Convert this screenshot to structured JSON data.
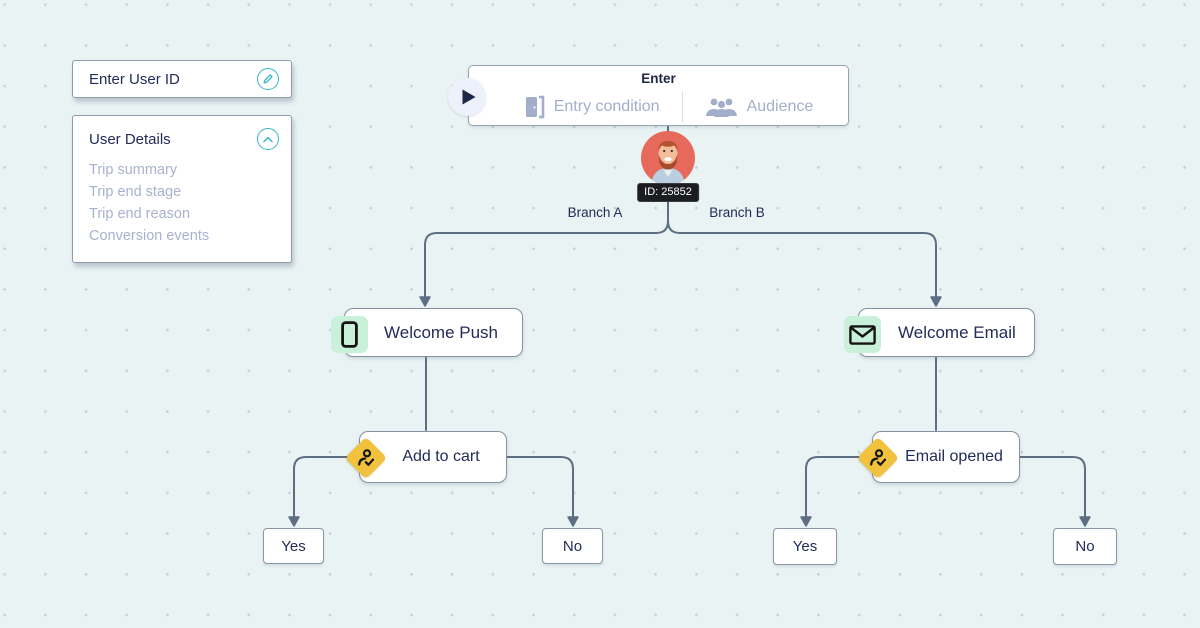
{
  "sidebar": {
    "user_id_panel": {
      "label": "Enter User ID"
    },
    "user_details_panel": {
      "title": "User Details",
      "items": [
        "Trip summary",
        "Trip end stage",
        "Trip end reason",
        "Conversion events"
      ]
    }
  },
  "flow": {
    "enter_node": {
      "title": "Enter",
      "entry_condition_label": "Entry condition",
      "audience_label": "Audience"
    },
    "user_node": {
      "id_badge": "ID: 25852"
    },
    "branch_a": {
      "label": "Branch A",
      "action_label": "Welcome Push",
      "condition_label": "Add to cart",
      "yes_label": "Yes",
      "no_label": "No"
    },
    "branch_b": {
      "label": "Branch B",
      "action_label": "Welcome Email",
      "condition_label": "Email opened",
      "yes_label": "Yes",
      "no_label": "No"
    }
  },
  "colors": {
    "background": "#e9f3f4",
    "accent_teal": "#35b7c6",
    "action_icon_green": "#c9f0d8",
    "condition_diamond_yellow": "#f2c23e",
    "connector_slate": "#5e6e82",
    "text_navy": "#232c58",
    "text_muted_blue": "#a3aecb",
    "avatar_coral": "#e7695c",
    "badge_black": "#1c1d20"
  }
}
